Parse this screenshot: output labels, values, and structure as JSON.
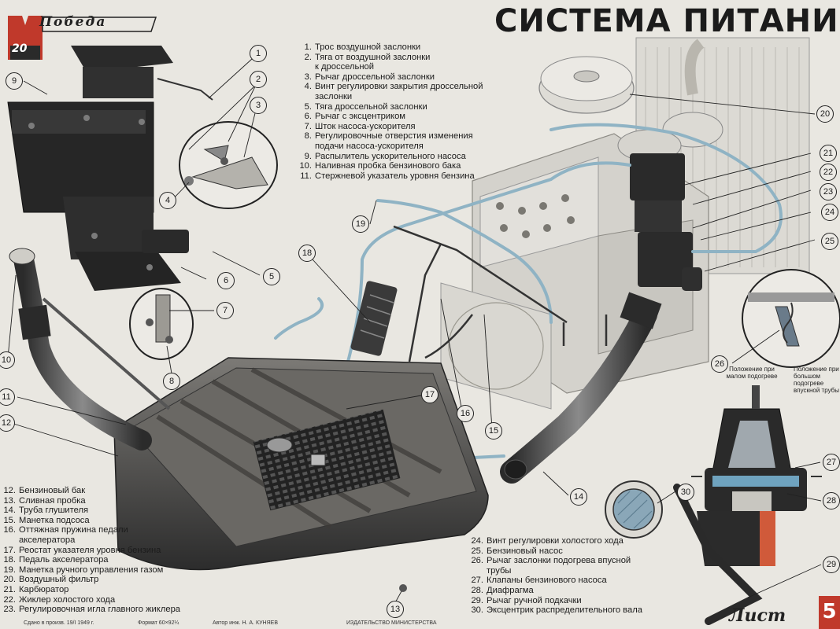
{
  "title": "СИСТЕМА ПИТАНИЯ",
  "brand": {
    "name": "Победа",
    "model_number": "20",
    "logo_letter": "M"
  },
  "legend_top": [
    {
      "n": "1.",
      "text": "Трос воздушной заслонки"
    },
    {
      "n": "2.",
      "text": "Тяга от воздушной заслонки"
    },
    {
      "n": "",
      "text": "к дроссельной"
    },
    {
      "n": "3.",
      "text": "Рычаг дроссельной заслонки"
    },
    {
      "n": "4.",
      "text": "Винт регулировки закрытия дроссельной"
    },
    {
      "n": "",
      "text": "заслонки"
    },
    {
      "n": "5.",
      "text": "Тяга дроссельной заслонки"
    },
    {
      "n": "6.",
      "text": "Рычаг с эксцентриком"
    },
    {
      "n": "7.",
      "text": "Шток насоса-ускорителя"
    },
    {
      "n": "8.",
      "text": "Регулировочные отверстия изменения"
    },
    {
      "n": "",
      "text": "подачи насоса-ускорителя"
    },
    {
      "n": "9.",
      "text": "Распылитель ускорительного насоса"
    },
    {
      "n": "10.",
      "text": "Наливная пробка бензинового бака"
    },
    {
      "n": "11.",
      "text": "Стержневой указатель уровня бензина"
    }
  ],
  "legend_left": [
    {
      "n": "12.",
      "text": "Бензиновый бак"
    },
    {
      "n": "13.",
      "text": "Сливная пробка"
    },
    {
      "n": "14.",
      "text": "Труба глушителя"
    },
    {
      "n": "15.",
      "text": "Манетка подсоса"
    },
    {
      "n": "16.",
      "text": "Оттяжная пружина педали"
    },
    {
      "n": "",
      "text": "акселератора"
    },
    {
      "n": "17.",
      "text": "Реостат указателя уровня бензина"
    },
    {
      "n": "18.",
      "text": "Педаль акселератора"
    },
    {
      "n": "19.",
      "text": "Манетка ручного управления газом"
    },
    {
      "n": "20.",
      "text": "Воздушный фильтр"
    },
    {
      "n": "21.",
      "text": "Карбюратор"
    },
    {
      "n": "22.",
      "text": "Жиклер холостого хода"
    },
    {
      "n": "23.",
      "text": "Регулировочная игла главного жиклера"
    }
  ],
  "legend_right": [
    {
      "n": "24.",
      "text": "Винт регулировки холостого хода"
    },
    {
      "n": "25.",
      "text": "Бензиновый насос"
    },
    {
      "n": "26.",
      "text": "Рычаг заслонки подогрева впусной"
    },
    {
      "n": "",
      "text": "трубы"
    },
    {
      "n": "27.",
      "text": "Клапаны бензинового насоса"
    },
    {
      "n": "28.",
      "text": "Диафрагма"
    },
    {
      "n": "29.",
      "text": "Рычаг ручной подкачки"
    },
    {
      "n": "30.",
      "text": "Эксцентрик распределительного вала"
    }
  ],
  "callouts": [
    "1",
    "2",
    "3",
    "4",
    "5",
    "6",
    "7",
    "8",
    "9",
    "10",
    "11",
    "12",
    "13",
    "14",
    "15",
    "16",
    "17",
    "18",
    "19",
    "20",
    "21",
    "22",
    "23",
    "24",
    "25",
    "26",
    "27",
    "28",
    "29",
    "30"
  ],
  "position_labels": {
    "small_heat": "Положение при малом подогреве",
    "large_heat": "Положение при большом подогреве впускной трубы"
  },
  "sheet": {
    "label": "Лист",
    "number": "5"
  },
  "footer": {
    "printed": "Сдано в произв. 19/I 1949 г.",
    "format": "Формат 60×92¼",
    "author": "Автор инж. Н. А. КУНЯЕВ",
    "publisher": "ИЗДАТЕЛЬСТВО МИНИСТЕРСТВА"
  },
  "colors": {
    "paper": "#e9e7e1",
    "ink": "#1b1b1b",
    "fuel_line": "#8fb3c4",
    "accent_red": "#c0392b",
    "dark_part": "#2b2b2b"
  }
}
